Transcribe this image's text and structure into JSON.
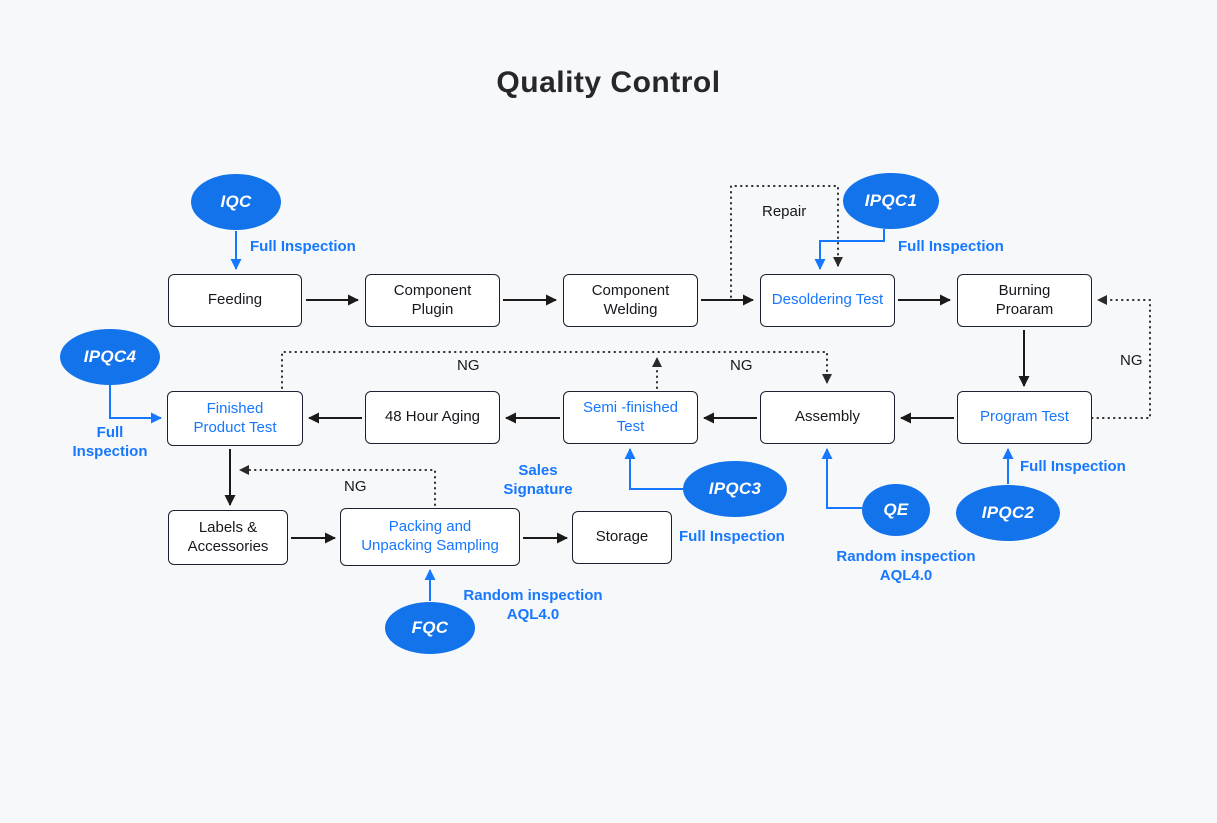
{
  "title": "Quality Control",
  "colors": {
    "accent_blue": "#1677ff",
    "badge_fill": "#1273eb",
    "line_ink": "#1a1a1a",
    "background": "#f7f8fa"
  },
  "nodes": {
    "feeding": "Feeding",
    "component_plugin": "Component Plugin",
    "component_welding": "Component Welding",
    "desoldering_test": "Desoldering Test",
    "burning_program": "Burning Proaram",
    "finished_product_test": "Finished Product Test",
    "aging_48h": "48 Hour Aging",
    "semi_finished_test": "Semi -finished Test",
    "assembly": "Assembly",
    "program_test": "Program Test",
    "labels_accessories": "Labels & Accessories",
    "packing_sampling": "Packing and Unpacking Sampling",
    "storage": "Storage"
  },
  "inspection_points": {
    "iqc": "IQC",
    "ipqc1": "IPQC1",
    "ipqc2": "IPQC2",
    "ipqc3": "IPQC3",
    "ipqc4": "IPQC4",
    "qe": "QE",
    "fqc": "FQC"
  },
  "annotations": {
    "full_inspection_iqc": "Full Inspection",
    "full_inspection_ipqc1": "Full Inspection",
    "full_inspection_ipqc2": "Full Inspection",
    "full_inspection_ipqc3": "Full Inspection",
    "full_inspection_ipqc4_line1": "Full",
    "full_inspection_ipqc4_line2": "Inspection",
    "repair": "Repair",
    "ng_right": "NG",
    "ng_mid_left": "NG",
    "ng_mid_right": "NG",
    "ng_bottom": "NG",
    "sales_signature_line1": "Sales",
    "sales_signature_line2": "Signature",
    "random_inspection_qe_line1": "Random inspection",
    "random_inspection_qe_line2": "AQL4.0",
    "random_inspection_fqc_line1": "Random inspection",
    "random_inspection_fqc_line2": "AQL4.0"
  }
}
